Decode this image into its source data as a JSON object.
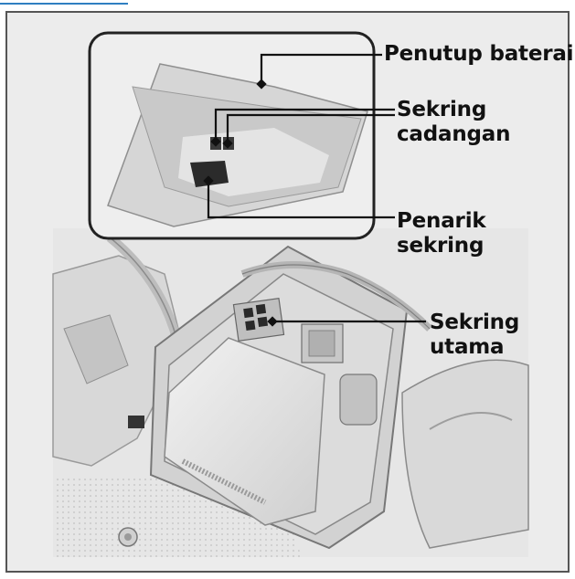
{
  "labels": {
    "battery_cover": "Penutup baterai",
    "spare_fuses": [
      "Sekring",
      "cadangan"
    ],
    "fuse_puller": [
      "Penarik",
      "sekring"
    ],
    "main_fuses": [
      "Sekring",
      "utama"
    ]
  },
  "colors": {
    "frame": "#555555",
    "leader": "#111111",
    "background": "#ececec"
  }
}
